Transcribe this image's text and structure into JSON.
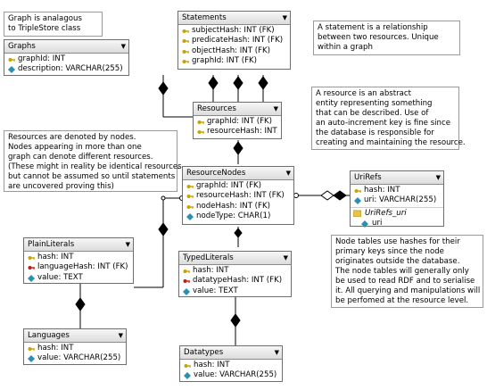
{
  "notes": {
    "graph_note": "Graph is analagous\nto TripleStore class",
    "statement_note": "A statement is a relationship\nbetween two resources. Unique\nwithin a graph",
    "resource_note": "A resource is an abstract\nentity representing something\nthat can be described. Use of\nan auto-increment key is fine since\nthe database is responsible for\ncreating and maintaining the resource.",
    "nodes_note": "Resources are denoted by nodes.\nNodes appearing in more than one\ngraph can denote different resources.\n(These might in reality be identical resources\nbut cannot be assumed so until statements\nare uncovered proving this)",
    "hash_note": "Node tables use hashes for their\nprimary keys since the node\noriginates outside the database.\nThe node tables will generally only\nbe used to read RDF and to serialise\nit. All querying and manipulations will\nbe perfomed at the resource level."
  },
  "entities": {
    "graphs": {
      "title": "Graphs",
      "attrs": [
        {
          "kind": "key",
          "text": "graphId: INT"
        },
        {
          "kind": "attr",
          "text": "description: VARCHAR(255)"
        }
      ]
    },
    "statements": {
      "title": "Statements",
      "attrs": [
        {
          "kind": "key",
          "text": "subjectHash: INT (FK)"
        },
        {
          "kind": "key",
          "text": "predicateHash: INT (FK)"
        },
        {
          "kind": "key",
          "text": "objectHash: INT (FK)"
        },
        {
          "kind": "key",
          "text": "graphId: INT (FK)"
        }
      ]
    },
    "resources": {
      "title": "Resources",
      "attrs": [
        {
          "kind": "key",
          "text": "graphId: INT (FK)"
        },
        {
          "kind": "key",
          "text": "resourceHash: INT"
        }
      ]
    },
    "resourcenodes": {
      "title": "ResourceNodes",
      "attrs": [
        {
          "kind": "key",
          "text": "graphId: INT (FK)"
        },
        {
          "kind": "key",
          "text": "resourceHash: INT (FK)"
        },
        {
          "kind": "key",
          "text": "nodeHash: INT (FK)"
        },
        {
          "kind": "attr",
          "text": "nodeType: CHAR(1)"
        }
      ]
    },
    "urirefs": {
      "title": "UriRefs",
      "attrs": [
        {
          "kind": "key",
          "text": "hash: INT"
        },
        {
          "kind": "attr",
          "text": "uri: VARCHAR(255)"
        }
      ],
      "index_name": "UriRefs_uri",
      "index_attr": "uri"
    },
    "plainliterals": {
      "title": "PlainLiterals",
      "attrs": [
        {
          "kind": "key",
          "text": "hash: INT"
        },
        {
          "kind": "fk",
          "text": "languageHash: INT (FK)"
        },
        {
          "kind": "attr",
          "text": "value: TEXT"
        }
      ]
    },
    "typedliterals": {
      "title": "TypedLiterals",
      "attrs": [
        {
          "kind": "key",
          "text": "hash: INT"
        },
        {
          "kind": "fk",
          "text": "datatypeHash: INT (FK)"
        },
        {
          "kind": "attr",
          "text": "value: TEXT"
        }
      ]
    },
    "languages": {
      "title": "Languages",
      "attrs": [
        {
          "kind": "key",
          "text": "hash: INT"
        },
        {
          "kind": "attr",
          "text": "value: VARCHAR(255)"
        }
      ]
    },
    "datatypes": {
      "title": "Datatypes",
      "attrs": [
        {
          "kind": "key",
          "text": "hash: INT"
        },
        {
          "kind": "attr",
          "text": "value: VARCHAR(255)"
        }
      ]
    }
  },
  "colors": {
    "key": "#c8a200",
    "fk": "#c01818",
    "attr": "#2a8fb0",
    "line": "#000000"
  }
}
